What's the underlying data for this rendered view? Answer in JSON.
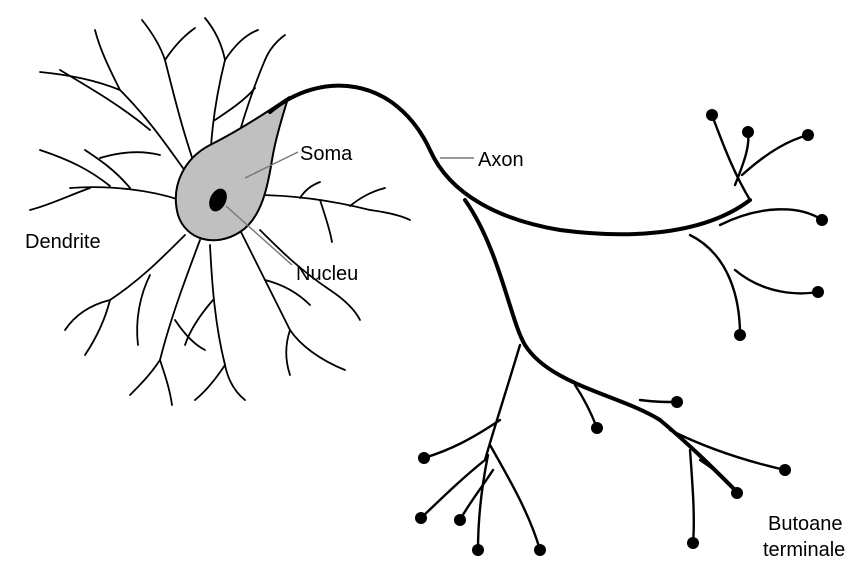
{
  "labels": {
    "dendrite": "Dendrite",
    "soma": "Soma",
    "axon": "Axon",
    "nucleu": "Nucleu",
    "terminals_line1": "Butoane",
    "terminals_line2": "terminale"
  },
  "colors": {
    "soma_fill": "#c0c0c0",
    "ink": "#000000",
    "leader_line": "#777777",
    "background": "#ffffff"
  }
}
